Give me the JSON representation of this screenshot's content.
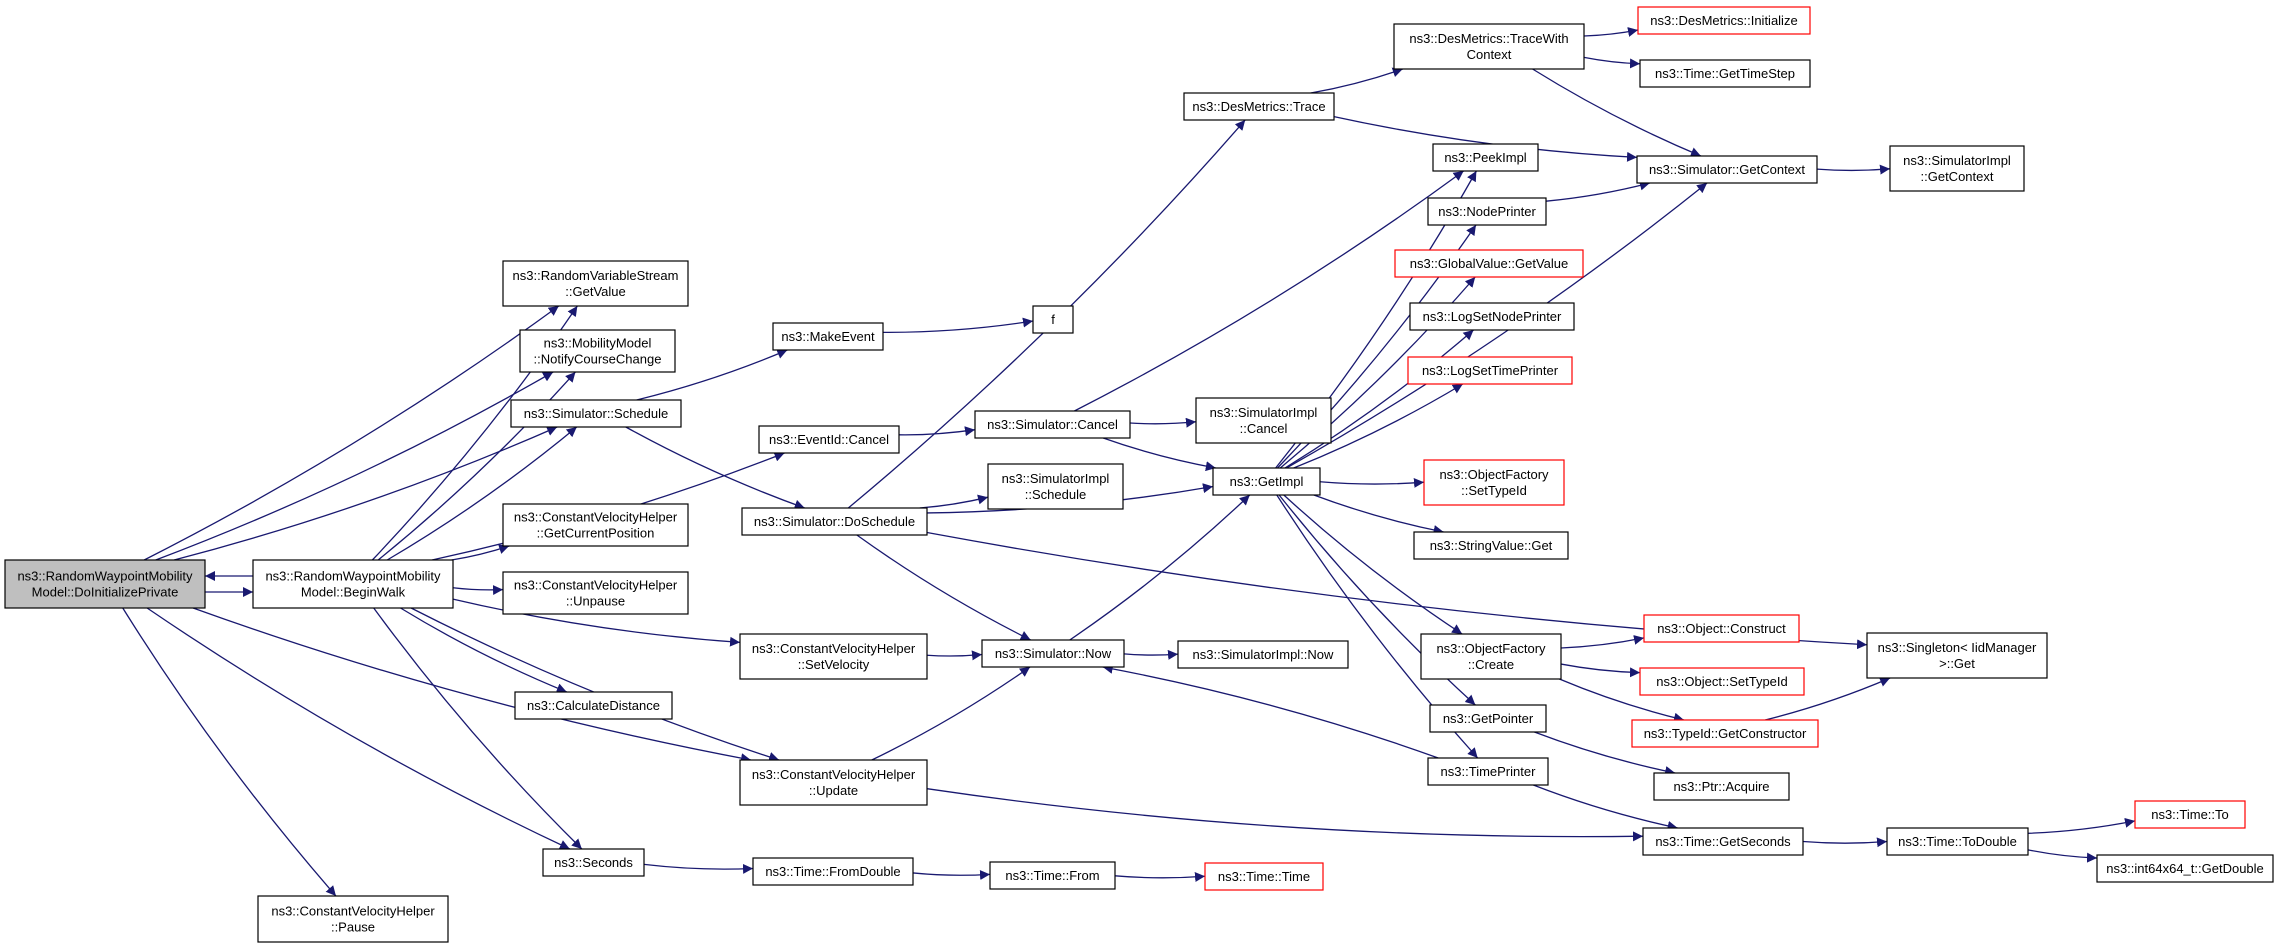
{
  "colors": {
    "edge": "#191970",
    "node_border": "#000000",
    "node_border_truncated": "#ff0000",
    "root_fill": "#bfbfbf",
    "node_fill": "#ffffff"
  },
  "nodes": {
    "root": {
      "lines": [
        "ns3::RandomWaypointMobility",
        "Model::DoInitializePrivate"
      ],
      "root": true
    },
    "beginWalk": {
      "lines": [
        "ns3::RandomWaypointMobility",
        "Model::BeginWalk"
      ]
    },
    "rvsGetValue": {
      "lines": [
        "ns3::RandomVariableStream",
        "::GetValue"
      ]
    },
    "notifyCourse": {
      "lines": [
        "ns3::MobilityModel",
        "::NotifyCourseChange"
      ]
    },
    "simSchedule": {
      "lines": [
        "ns3::Simulator::Schedule"
      ]
    },
    "cvhGetPos": {
      "lines": [
        "ns3::ConstantVelocityHelper",
        "::GetCurrentPosition"
      ]
    },
    "cvhUnpause": {
      "lines": [
        "ns3::ConstantVelocityHelper",
        "::Unpause"
      ]
    },
    "calcDist": {
      "lines": [
        "ns3::CalculateDistance"
      ]
    },
    "seconds": {
      "lines": [
        "ns3::Seconds"
      ]
    },
    "cvhPause": {
      "lines": [
        "ns3::ConstantVelocityHelper",
        "::Pause"
      ]
    },
    "makeEvent": {
      "lines": [
        "ns3::MakeEvent"
      ]
    },
    "f": {
      "lines": [
        "f"
      ]
    },
    "eventCancel": {
      "lines": [
        "ns3::EventId::Cancel"
      ]
    },
    "doSchedule": {
      "lines": [
        "ns3::Simulator::DoSchedule"
      ]
    },
    "cvhSetVel": {
      "lines": [
        "ns3::ConstantVelocityHelper",
        "::SetVelocity"
      ]
    },
    "cvhUpdate": {
      "lines": [
        "ns3::ConstantVelocityHelper",
        "::Update"
      ]
    },
    "fromDouble": {
      "lines": [
        "ns3::Time::FromDouble"
      ]
    },
    "timeFrom": {
      "lines": [
        "ns3::Time::From"
      ]
    },
    "timeTime": {
      "lines": [
        "ns3::Time::Time"
      ],
      "truncated": true
    },
    "desTrace": {
      "lines": [
        "ns3::DesMetrics::Trace"
      ]
    },
    "simCancel": {
      "lines": [
        "ns3::Simulator::Cancel"
      ]
    },
    "implSchedule": {
      "lines": [
        "ns3::SimulatorImpl",
        "::Schedule"
      ]
    },
    "simNow": {
      "lines": [
        "ns3::Simulator::Now"
      ]
    },
    "implCancel": {
      "lines": [
        "ns3::SimulatorImpl",
        "::Cancel"
      ]
    },
    "getImpl": {
      "lines": [
        "ns3::GetImpl"
      ]
    },
    "implNow": {
      "lines": [
        "ns3::SimulatorImpl::Now"
      ]
    },
    "traceWith": {
      "lines": [
        "ns3::DesMetrics::TraceWith",
        "Context"
      ]
    },
    "peekImpl": {
      "lines": [
        "ns3::PeekImpl"
      ]
    },
    "nodePrinter": {
      "lines": [
        "ns3::NodePrinter"
      ]
    },
    "gvGetValue": {
      "lines": [
        "ns3::GlobalValue::GetValue"
      ],
      "truncated": true
    },
    "logSetNode": {
      "lines": [
        "ns3::LogSetNodePrinter"
      ]
    },
    "logSetTime": {
      "lines": [
        "ns3::LogSetTimePrinter"
      ],
      "truncated": true
    },
    "ofSetTypeId": {
      "lines": [
        "ns3::ObjectFactory",
        "::SetTypeId"
      ],
      "truncated": true
    },
    "svGet": {
      "lines": [
        "ns3::StringValue::Get"
      ]
    },
    "ofCreate": {
      "lines": [
        "ns3::ObjectFactory",
        "::Create"
      ]
    },
    "getPointer": {
      "lines": [
        "ns3::GetPointer"
      ]
    },
    "timePrinter": {
      "lines": [
        "ns3::TimePrinter"
      ]
    },
    "desInit": {
      "lines": [
        "ns3::DesMetrics::Initialize"
      ],
      "truncated": true
    },
    "getTimeStep": {
      "lines": [
        "ns3::Time::GetTimeStep"
      ]
    },
    "simGetContext": {
      "lines": [
        "ns3::Simulator::GetContext"
      ]
    },
    "implGetContext": {
      "lines": [
        "ns3::SimulatorImpl",
        "::GetContext"
      ]
    },
    "objConstruct": {
      "lines": [
        "ns3::Object::Construct"
      ],
      "truncated": true
    },
    "objSetTypeId": {
      "lines": [
        "ns3::Object::SetTypeId"
      ],
      "truncated": true
    },
    "tidGetCtor": {
      "lines": [
        "ns3::TypeId::GetConstructor"
      ],
      "truncated": true
    },
    "ptrAcquire": {
      "lines": [
        "ns3::Ptr::Acquire"
      ]
    },
    "getSeconds": {
      "lines": [
        "ns3::Time::GetSeconds"
      ]
    },
    "singletonGet": {
      "lines": [
        "ns3::Singleton< IidManager",
        ">::Get"
      ]
    },
    "toDouble": {
      "lines": [
        "ns3::Time::ToDouble"
      ]
    },
    "timeTo": {
      "lines": [
        "ns3::Time::To"
      ],
      "truncated": true
    },
    "int64GetDouble": {
      "lines": [
        "ns3::int64x64_t::GetDouble"
      ]
    }
  },
  "edges": [
    [
      "root",
      "beginWalk"
    ],
    [
      "beginWalk",
      "root"
    ],
    [
      "root",
      "rvsGetValue"
    ],
    [
      "root",
      "notifyCourse"
    ],
    [
      "root",
      "simSchedule"
    ],
    [
      "root",
      "seconds"
    ],
    [
      "root",
      "cvhPause"
    ],
    [
      "root",
      "cvhUpdate"
    ],
    [
      "beginWalk",
      "rvsGetValue"
    ],
    [
      "beginWalk",
      "notifyCourse"
    ],
    [
      "beginWalk",
      "simSchedule"
    ],
    [
      "beginWalk",
      "eventCancel"
    ],
    [
      "beginWalk",
      "cvhGetPos"
    ],
    [
      "beginWalk",
      "cvhUnpause"
    ],
    [
      "beginWalk",
      "cvhSetVel"
    ],
    [
      "beginWalk",
      "calcDist"
    ],
    [
      "beginWalk",
      "cvhUpdate"
    ],
    [
      "beginWalk",
      "seconds"
    ],
    [
      "simSchedule",
      "makeEvent"
    ],
    [
      "simSchedule",
      "doSchedule"
    ],
    [
      "makeEvent",
      "f"
    ],
    [
      "eventCancel",
      "simCancel"
    ],
    [
      "doSchedule",
      "desTrace"
    ],
    [
      "doSchedule",
      "implSchedule"
    ],
    [
      "doSchedule",
      "getImpl"
    ],
    [
      "doSchedule",
      "simNow"
    ],
    [
      "doSchedule",
      "singletonGet"
    ],
    [
      "simCancel",
      "implCancel"
    ],
    [
      "simCancel",
      "getImpl"
    ],
    [
      "simCancel",
      "peekImpl"
    ],
    [
      "cvhSetVel",
      "simNow"
    ],
    [
      "cvhUpdate",
      "simNow"
    ],
    [
      "cvhUpdate",
      "getSeconds"
    ],
    [
      "simNow",
      "implNow"
    ],
    [
      "simNow",
      "getImpl"
    ],
    [
      "seconds",
      "fromDouble"
    ],
    [
      "fromDouble",
      "timeFrom"
    ],
    [
      "timeFrom",
      "timeTime"
    ],
    [
      "desTrace",
      "traceWith"
    ],
    [
      "desTrace",
      "simGetContext"
    ],
    [
      "traceWith",
      "desInit"
    ],
    [
      "traceWith",
      "getTimeStep"
    ],
    [
      "traceWith",
      "simGetContext"
    ],
    [
      "getImpl",
      "peekImpl"
    ],
    [
      "getImpl",
      "nodePrinter"
    ],
    [
      "getImpl",
      "gvGetValue"
    ],
    [
      "getImpl",
      "logSetNode"
    ],
    [
      "getImpl",
      "logSetTime"
    ],
    [
      "getImpl",
      "ofSetTypeId"
    ],
    [
      "getImpl",
      "svGet"
    ],
    [
      "getImpl",
      "ofCreate"
    ],
    [
      "getImpl",
      "getPointer"
    ],
    [
      "getImpl",
      "timePrinter"
    ],
    [
      "getImpl",
      "simGetContext"
    ],
    [
      "nodePrinter",
      "simGetContext"
    ],
    [
      "simGetContext",
      "implGetContext"
    ],
    [
      "ofCreate",
      "objConstruct"
    ],
    [
      "ofCreate",
      "objSetTypeId"
    ],
    [
      "ofCreate",
      "tidGetCtor"
    ],
    [
      "tidGetCtor",
      "singletonGet"
    ],
    [
      "getPointer",
      "ptrAcquire"
    ],
    [
      "timePrinter",
      "simNow"
    ],
    [
      "timePrinter",
      "getSeconds"
    ],
    [
      "getSeconds",
      "toDouble"
    ],
    [
      "toDouble",
      "timeTo"
    ],
    [
      "toDouble",
      "int64GetDouble"
    ]
  ]
}
